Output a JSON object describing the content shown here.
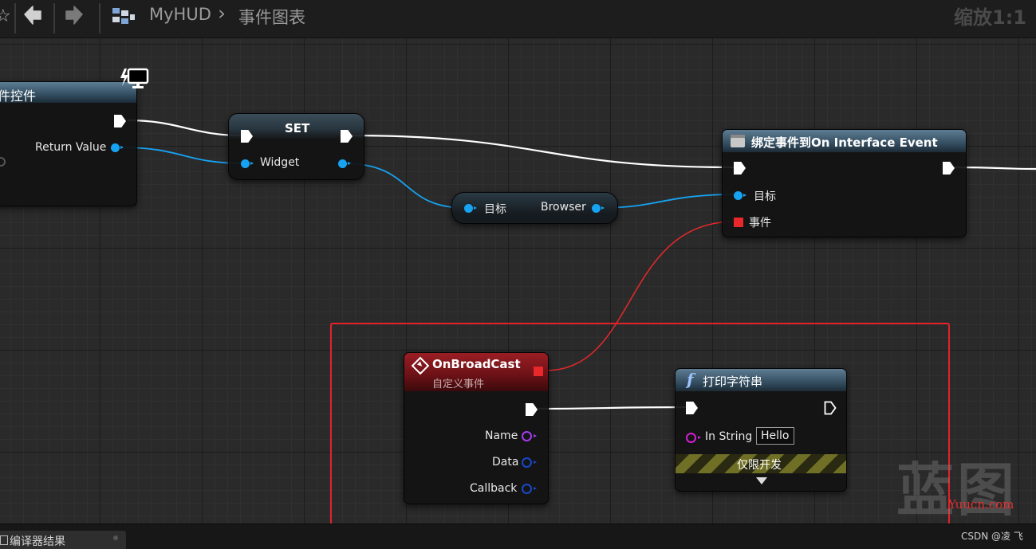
{
  "toolbar": {
    "breadcrumb_root": "MyHUD",
    "breadcrumb_separator": "›",
    "breadcrumb_current": "事件图表",
    "zoom_label": "缩放1:1",
    "icons": [
      "star-icon",
      "back-arrow-icon",
      "forward-arrow-icon",
      "graph-grid-icon"
    ]
  },
  "nodes": {
    "create_widget": {
      "title_partial": "件控件",
      "return_label": "Return Value",
      "icon": "widget-monitor-icon"
    },
    "set_node": {
      "title": "SET",
      "widget_label": "Widget"
    },
    "get_browser": {
      "target_label": "目标",
      "output_label": "Browser"
    },
    "bind_event": {
      "title": "绑定事件到On Interface Event",
      "target_label": "目标",
      "event_label": "事件",
      "icon": "function-box-icon"
    },
    "custom_event": {
      "title": "OnBroadCast",
      "subtitle": "自定义事件",
      "pins": [
        "Name",
        "Data",
        "Callback"
      ],
      "icon": "event-diamond-icon"
    },
    "print_string": {
      "title": "打印字符串",
      "in_string_label": "In String",
      "in_string_value": "Hello",
      "dev_only_label": "仅限开发",
      "icon": "function-f-icon"
    }
  },
  "bottom": {
    "compiler_tab": "编译器结果"
  },
  "watermark": {
    "logo_text": "蓝图",
    "site": "Yuucn.com",
    "credit": "CSDN @凌 飞"
  },
  "colors": {
    "object_pin": "#17a3f2",
    "delegate_pin": "#e8282a",
    "string_pin": "#d01fd0",
    "struct_pin": "#1848c8",
    "highlight_box": "#e4212a"
  }
}
